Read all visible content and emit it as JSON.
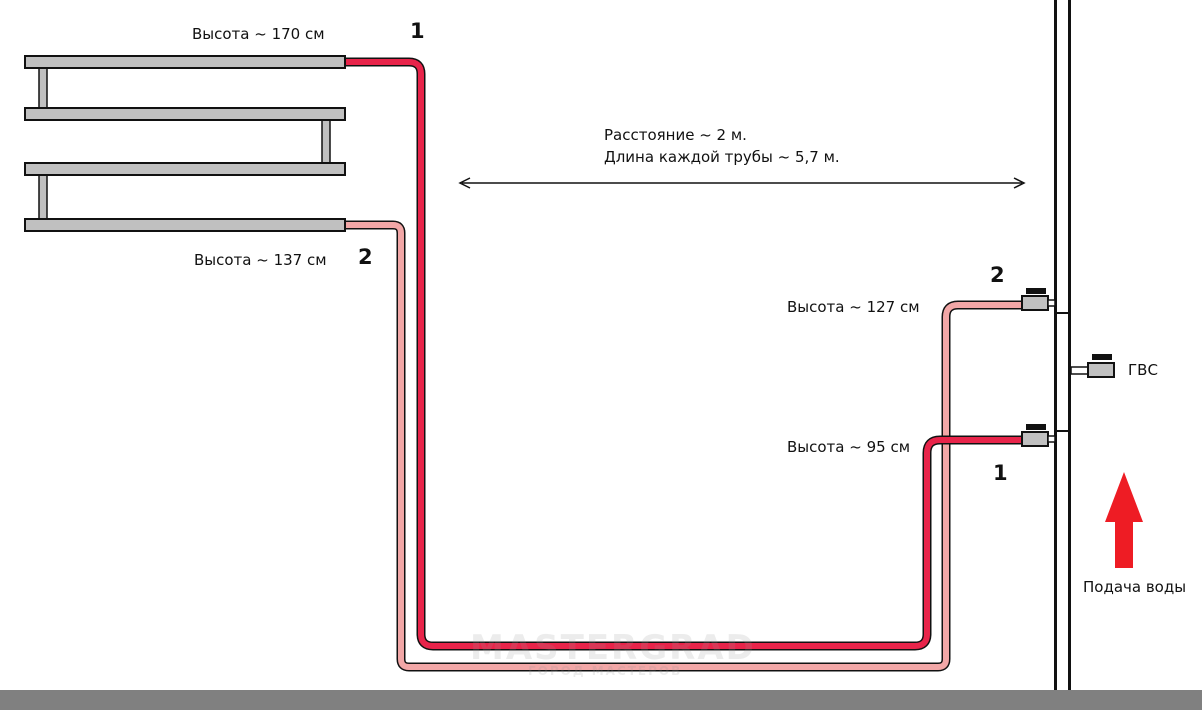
{
  "labels": {
    "height_170": "Высота ~ 170 см",
    "height_137": "Высота ~ 137 см",
    "height_127": "Высота ~ 127 см",
    "height_95": "Высота ~ 95 см",
    "distance_line1": "Расстояние ~ 2 м.",
    "distance_line2": "Длина каждой трубы ~ 5,7 м.",
    "gvs": "ГВС",
    "water_supply": "Подача воды"
  },
  "numbers": {
    "radiator_top": "1",
    "radiator_bottom": "2",
    "riser_top": "2",
    "riser_bottom": "1"
  },
  "watermark": {
    "main": "MASTERGRAD",
    "sub": "ГОРОД МАСТЕРОВ"
  },
  "colors": {
    "supply_pipe": "#e8244a",
    "return_pipe": "#f2a7a7",
    "radiator": "#c0c0c0",
    "floor": "#7f7f7f",
    "arrow": "#ee1c24"
  }
}
